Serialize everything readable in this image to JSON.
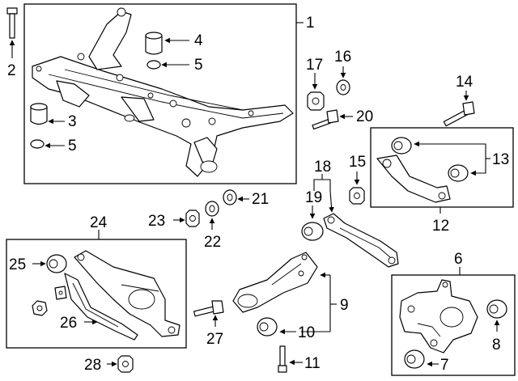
{
  "callouts": {
    "c1": "1",
    "c2": "2",
    "c3": "3",
    "c4": "4",
    "c5a": "5",
    "c5b": "5",
    "c6": "6",
    "c7": "7",
    "c8": "8",
    "c9": "9",
    "c10": "10",
    "c11": "11",
    "c12": "12",
    "c13": "13",
    "c14": "14",
    "c15": "15",
    "c16": "16",
    "c17": "17",
    "c18": "18",
    "c19": "19",
    "c20": "20",
    "c21": "21",
    "c22": "22",
    "c23": "23",
    "c24": "24",
    "c25": "25",
    "c26": "26",
    "c27": "27",
    "c28": "28"
  }
}
